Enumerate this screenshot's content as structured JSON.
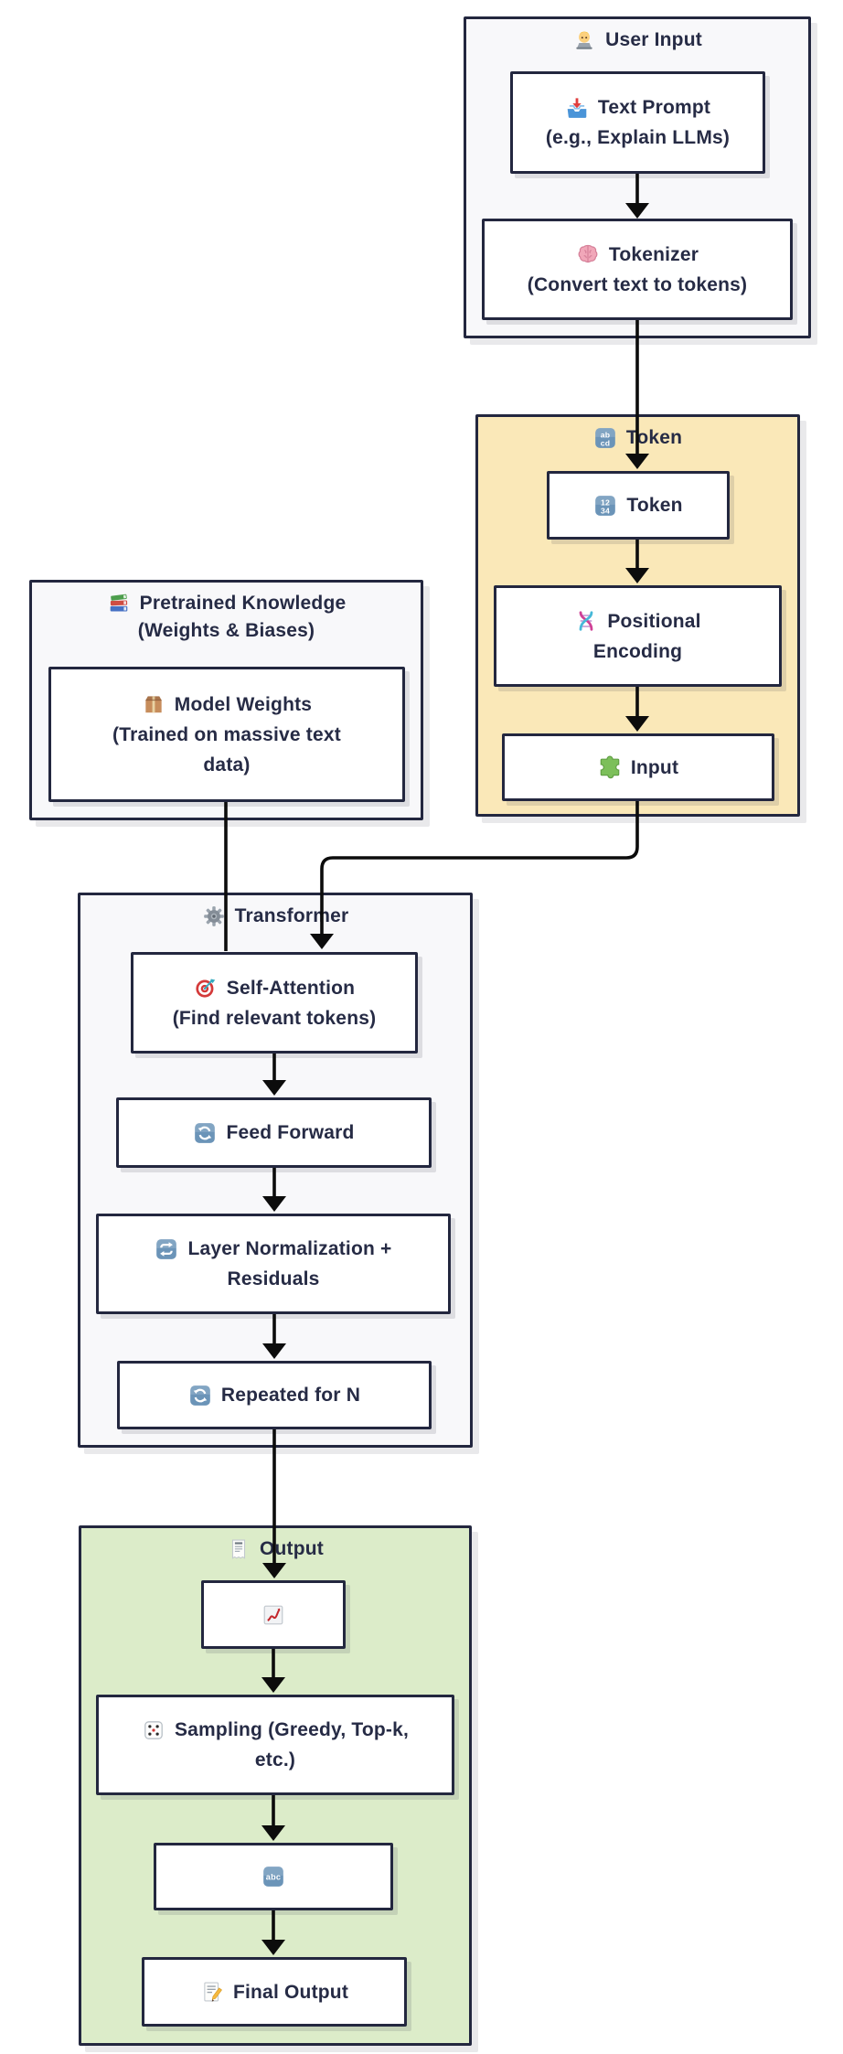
{
  "diagram_title": "LLM text generation flow",
  "colors": {
    "border": "#23273f",
    "text": "#262b45",
    "arrow": "#0c0c0c",
    "container_gray": "#f8f8fa",
    "container_yellow": "#fae8b8",
    "container_green": "#dcecc9",
    "node_fill": "#ffffff"
  },
  "containers": {
    "user_input": {
      "title": "User Input",
      "icon": "technologist-icon",
      "nodes": {
        "text_prompt": {
          "icon": "inbox-tray-icon",
          "line1": "Text Prompt",
          "line2": "(e.g., Explain LLMs)"
        },
        "tokenizer": {
          "icon": "brain-icon",
          "line1": "Tokenizer",
          "line2": "(Convert text to tokens)"
        }
      }
    },
    "token": {
      "title": "Token",
      "icon": "input-letters-icon",
      "nodes": {
        "token": {
          "icon": "input-numbers-icon",
          "line1": "Token"
        },
        "positional_encoding": {
          "icon": "dna-icon",
          "line1": "Positional",
          "line2": "Encoding"
        },
        "input": {
          "icon": "puzzle-icon",
          "line1": "Input"
        }
      }
    },
    "pretrained": {
      "title": "Pretrained Knowledge",
      "title2": "(Weights & Biases)",
      "icon": "books-icon",
      "nodes": {
        "model_weights": {
          "icon": "package-icon",
          "line1": "Model Weights",
          "line2": "(Trained on massive text",
          "line3": "data)"
        }
      }
    },
    "transformer": {
      "title": "Transformer",
      "icon": "gear-icon",
      "nodes": {
        "self_attention": {
          "icon": "target-icon",
          "line1": "Self-Attention",
          "line2": "(Find relevant tokens)"
        },
        "feed_forward": {
          "icon": "arrows-counterclockwise-icon",
          "line1": "Feed Forward"
        },
        "layer_norm": {
          "icon": "repeat-icon",
          "line1": "Layer Normalization +",
          "line2": "Residuals"
        },
        "repeated": {
          "icon": "arrows-counterclockwise-icon",
          "line1": "Repeated for N"
        }
      }
    },
    "output": {
      "title": "Output",
      "icon": "receipt-icon",
      "nodes": {
        "logits": {
          "icon": "chart-increasing-icon"
        },
        "sampling": {
          "icon": "die-icon",
          "line1": "Sampling (Greedy, Top-k,",
          "line2": "etc.)"
        },
        "decoded_text": {
          "icon": "abc-icon"
        },
        "final_output": {
          "icon": "memo-icon",
          "line1": "Final Output"
        }
      }
    }
  }
}
